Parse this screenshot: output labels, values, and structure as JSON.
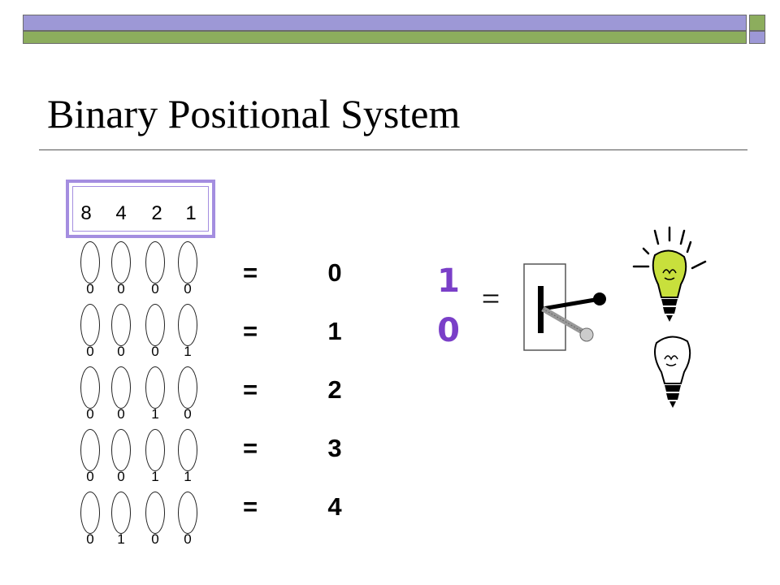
{
  "slide": {
    "title": "Binary Positional System"
  },
  "place_values": [
    "8",
    "4",
    "2",
    "1"
  ],
  "rows": [
    {
      "bits": [
        "0",
        "0",
        "0",
        "0"
      ],
      "equals": "=",
      "value": "0"
    },
    {
      "bits": [
        "0",
        "0",
        "0",
        "1"
      ],
      "equals": "=",
      "value": "1"
    },
    {
      "bits": [
        "0",
        "0",
        "1",
        "0"
      ],
      "equals": "=",
      "value": "2"
    },
    {
      "bits": [
        "0",
        "0",
        "1",
        "1"
      ],
      "equals": "=",
      "value": "3"
    },
    {
      "bits": [
        "0",
        "1",
        "0",
        "0"
      ],
      "equals": "=",
      "value": "4"
    }
  ],
  "switch_analogy": {
    "bit_on": "1",
    "bit_off": "0",
    "equals": "="
  },
  "icons": {
    "switch": "light-switch-icon",
    "bulb_on": "lightbulb-on-icon",
    "bulb_off": "lightbulb-off-icon"
  },
  "colors": {
    "bar_purple": "#9d98d6",
    "bar_green": "#8cad5d",
    "place_box_border": "#a48ee0",
    "bit_text": "#7a3fc8",
    "bulb_on_fill": "#c8e03c"
  }
}
